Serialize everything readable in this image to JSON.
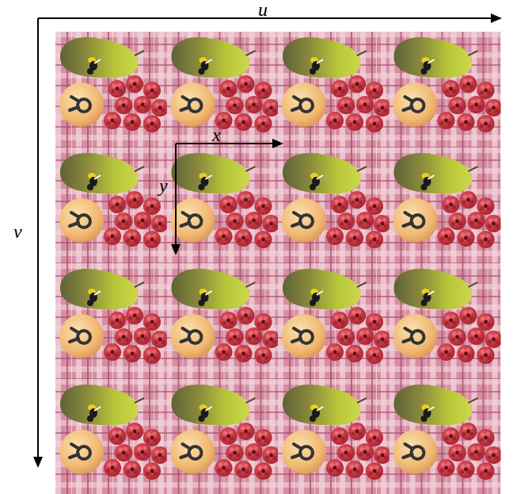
{
  "diagram": {
    "labels": [
      "u",
      "v",
      "x",
      "y"
    ]
  }
}
